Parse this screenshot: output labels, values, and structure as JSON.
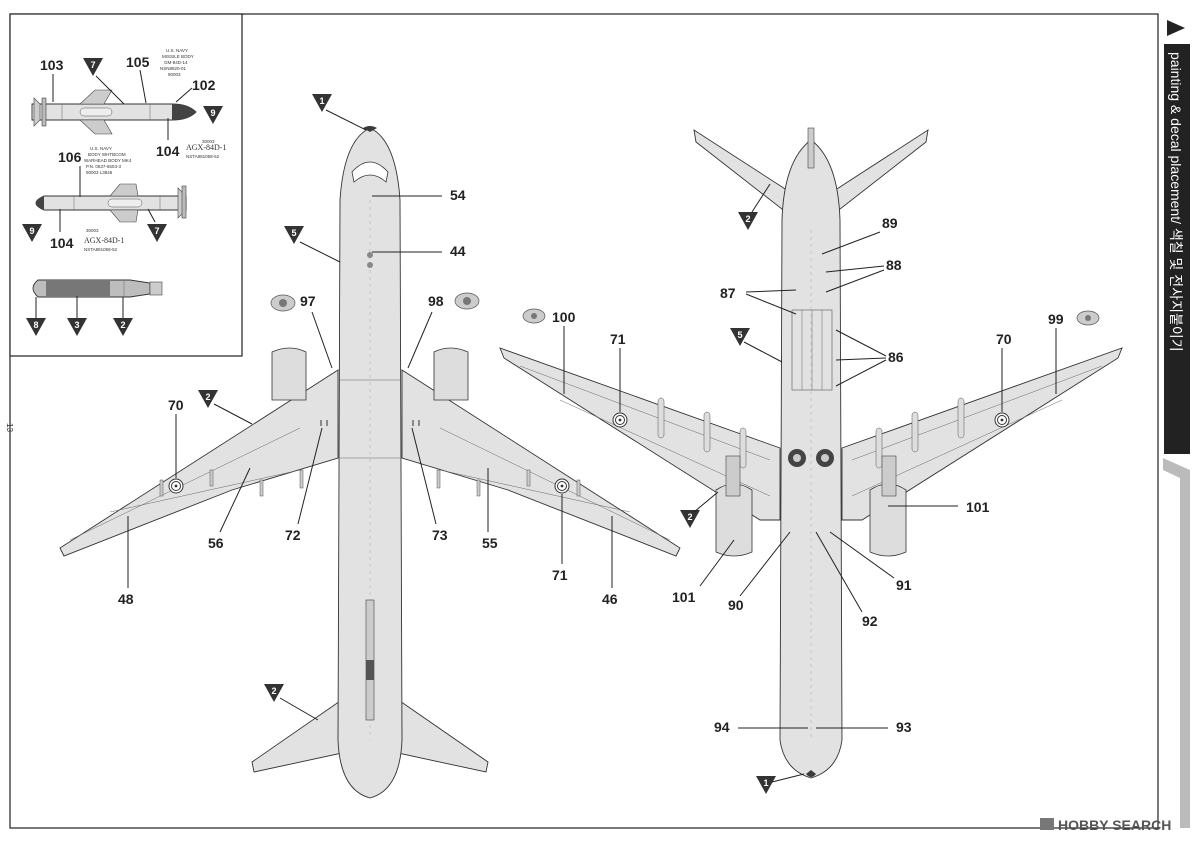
{
  "sheet": {
    "title": "painting & decal placement/ 색칠 및 전사지붙이기",
    "page_number": "13",
    "watermark": "HOBBY SEARCH"
  },
  "inset": {
    "callouts": [
      "103",
      "105",
      "102",
      "104",
      "106",
      "104"
    ],
    "steps": [
      "7",
      "9",
      "9",
      "7",
      "8",
      "3",
      "2"
    ],
    "missile1_text": {
      "line1": "U.S. NAVY",
      "line2": "MISSILE BODY",
      "line3": "GM-84D-14",
      "line4": "NSN8820-01",
      "line5": "90003",
      "code": "30003",
      "designation": "AGX-84D-1",
      "serial": "NSTA881058-52"
    },
    "missile2_text": {
      "line1": "U.S. NAVY",
      "line2": "BODY WHTBCOM",
      "line3": "WARHEAD BODY MK4",
      "line4": "P.N. 0637-6503-3",
      "line5": "90003 L3846",
      "code": "30003",
      "designation": "AGX-84D-1",
      "serial": "NSTA881058-52"
    }
  },
  "top_view": {
    "callouts": [
      "54",
      "44",
      "97",
      "98",
      "70",
      "72",
      "73",
      "56",
      "55",
      "71",
      "48",
      "46"
    ],
    "steps": [
      "1",
      "5",
      "2",
      "2"
    ]
  },
  "bottom_view": {
    "callouts": [
      "89",
      "88",
      "87",
      "86",
      "100",
      "71",
      "70",
      "99",
      "101",
      "101",
      "90",
      "91",
      "92",
      "94",
      "93"
    ],
    "steps": [
      "2",
      "5",
      "2",
      "1"
    ]
  }
}
